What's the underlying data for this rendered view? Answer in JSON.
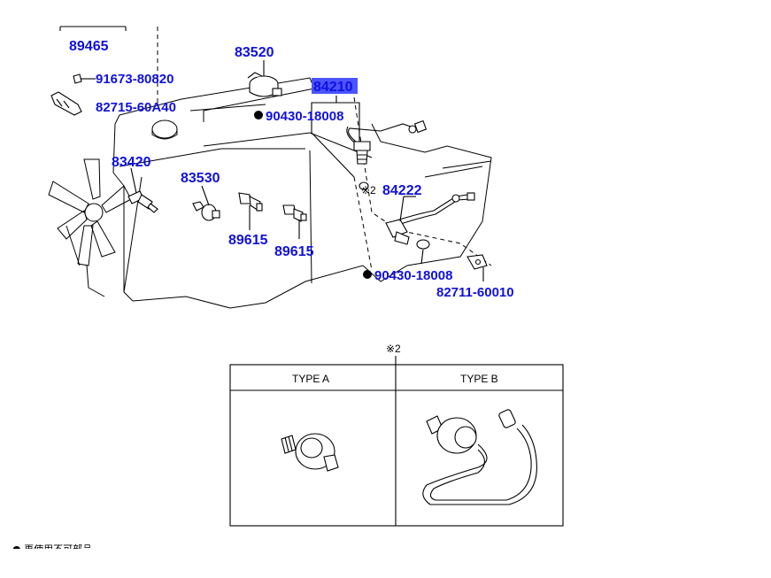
{
  "parts": {
    "p89465": "89465",
    "p83520": "83520",
    "p91673": "91673-80820",
    "p84210": "84210",
    "p82715": "82715-60A40",
    "p90430a": "90430-18008",
    "p83420": "83420",
    "p83530": "83530",
    "p84222": "84222",
    "p89615a": "89615",
    "p89615b": "89615",
    "p90430b": "90430-18008",
    "p82711": "82711-60010"
  },
  "note_marker": "※2",
  "inset": {
    "marker": "※2",
    "type_a": "TYPE A",
    "type_b": "TYPE B"
  },
  "footnote": "● 再使用不可部品",
  "colors": {
    "part_number": "#1010e0",
    "highlight": "#3333ff"
  }
}
